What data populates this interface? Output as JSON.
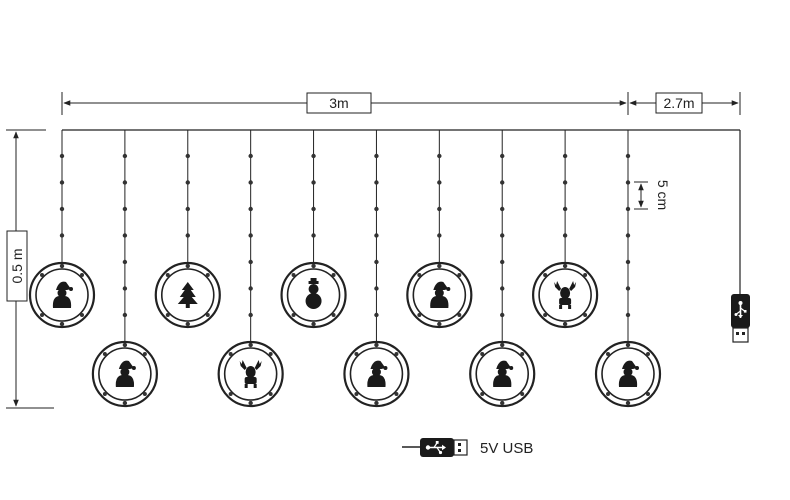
{
  "dimensions": {
    "width_label": "3m",
    "cable_label": "2.7m",
    "height_label": "0.5 m",
    "spacing_label": "5 cm"
  },
  "power": {
    "label": "5V USB",
    "icon": "usb-plug-icon"
  },
  "strings": [
    {
      "ornament": "santa-icon",
      "drop": "short"
    },
    {
      "ornament": "santa-icon",
      "drop": "long"
    },
    {
      "ornament": "christmas-tree-icon",
      "drop": "short"
    },
    {
      "ornament": "reindeer-icon",
      "drop": "long"
    },
    {
      "ornament": "snowman-icon",
      "drop": "short"
    },
    {
      "ornament": "santa-icon",
      "drop": "long"
    },
    {
      "ornament": "santa-icon",
      "drop": "short"
    },
    {
      "ornament": "santa-icon",
      "drop": "long"
    },
    {
      "ornament": "reindeer-icon",
      "drop": "short"
    },
    {
      "ornament": "santa-icon",
      "drop": "long"
    }
  ],
  "colors": {
    "line": "#222222",
    "bulb": "#333333",
    "ornament_fill": "#1a1a1a"
  }
}
